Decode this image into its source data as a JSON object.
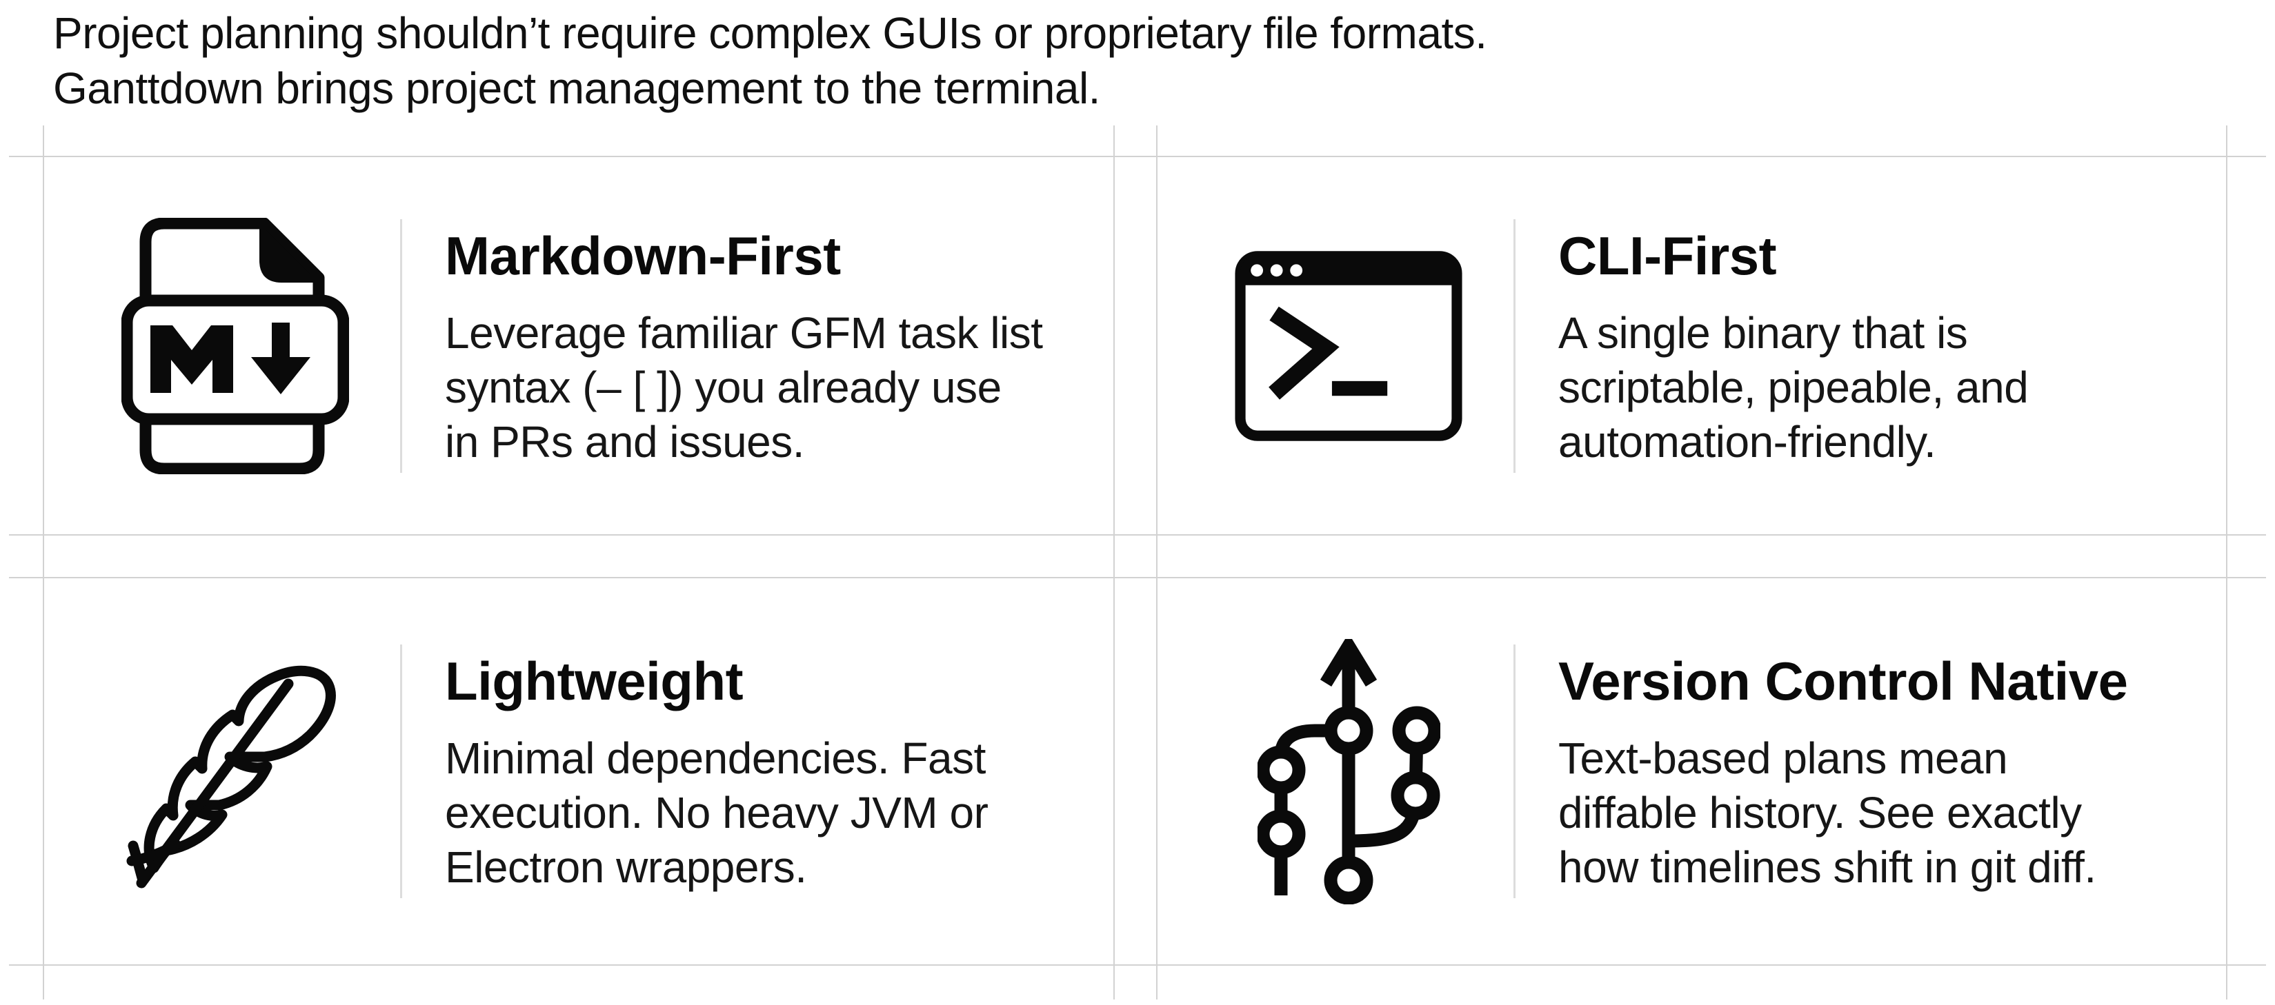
{
  "page": {
    "background_color": "#ffffff",
    "grid_line_color": "#d2d2d2",
    "card_divider_color": "#dcdcdc",
    "icon_color": "#0a0a0a",
    "title_color": "#0a0a0a",
    "body_color": "#161616"
  },
  "header": {
    "line1": "Project planning shouldn’t require complex GUIs or proprietary file formats.",
    "line2": "Ganttdown brings project management to the terminal."
  },
  "cards": [
    {
      "id": "markdown-first",
      "icon": "markdown-file-icon",
      "title": "Markdown-First",
      "description": "Leverage familiar GFM task list\nsyntax (– [ ]) you already use\nin PRs and issues."
    },
    {
      "id": "cli-first",
      "icon": "terminal-window-icon",
      "title": "CLI-First",
      "description": "A single binary that is\nscriptable, pipeable, and\nautomation-friendly."
    },
    {
      "id": "lightweight",
      "icon": "feather-icon",
      "title": "Lightweight",
      "description": "Minimal dependencies. Fast\nexecution. No heavy JVM or\nElectron wrappers."
    },
    {
      "id": "version-control-native",
      "icon": "git-branch-icon",
      "title": "Version Control Native",
      "description": "Text-based plans mean\ndiffable history. See exactly\nhow timelines shift in git diff."
    }
  ]
}
